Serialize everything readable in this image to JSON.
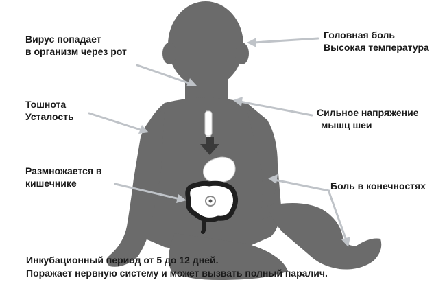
{
  "labels": {
    "virus": [
      "Вирус попадает",
      "в организм через рот"
    ],
    "head": [
      "Головная боль",
      "Высокая температура"
    ],
    "nausea": [
      "Тошнота",
      "Усталость"
    ],
    "neck": [
      "Сильное напряжение",
      "мышц шеи"
    ],
    "intestine": [
      "Размножается в",
      "кишечнике"
    ],
    "limbs": [
      "Боль в конечностях"
    ]
  },
  "footer": {
    "line1": "Инкубационный период от 5 до 12 дней.",
    "line2": "Поражает нервную систему и может вызвать полный паралич."
  },
  "colors": {
    "silhouette": "#6b6b6b",
    "arrow": "#bfc3c8",
    "text": "#1a1a1a",
    "esophagus": "#ffffff",
    "down_arrow": "#3a3a3a",
    "intestine": "#1f1f1f"
  }
}
